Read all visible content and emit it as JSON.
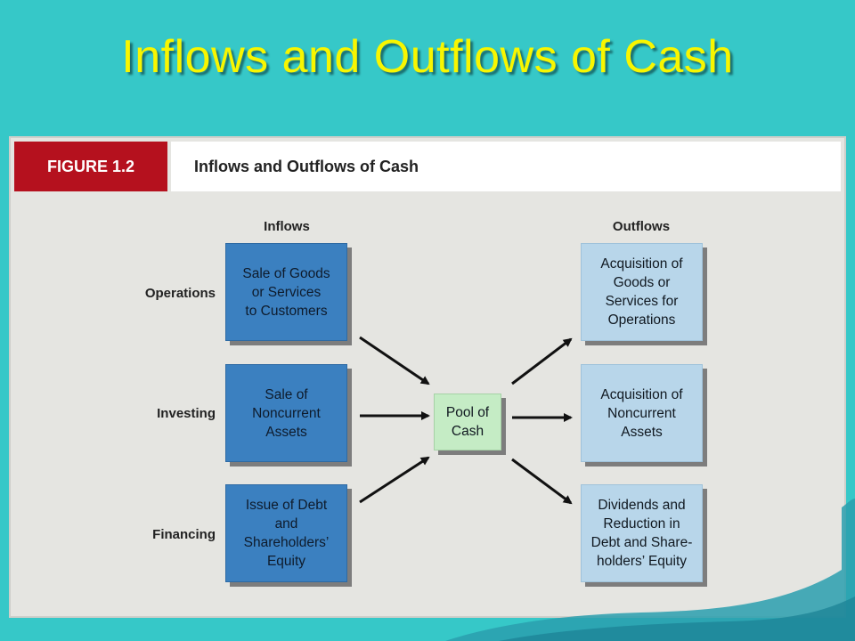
{
  "slide": {
    "title": "Inflows and Outflows of Cash"
  },
  "figure": {
    "number": "FIGURE 1.2",
    "title": "Inflows and Outflows of Cash",
    "inflows_heading": "Inflows",
    "outflows_heading": "Outflows",
    "rows": [
      "Operations",
      "Investing",
      "Financing"
    ],
    "inflows": [
      "Sale of Goods\nor Services\nto Customers",
      "Sale of\nNoncurrent\nAssets",
      "Issue of Debt\nand\nShareholders’\nEquity"
    ],
    "pool": "Pool of\nCash",
    "outflows": [
      "Acquisition of\nGoods or\nServices for\nOperations",
      "Acquisition of\nNoncurrent\nAssets",
      "Dividends and\nReduction in\nDebt and Share-\nholders’ Equity"
    ]
  },
  "colors": {
    "background": "#36C8C8",
    "title": "#F8F600",
    "figure_label": "#B5111E",
    "inflow_box": "#3B80C0",
    "outflow_box": "#B8D6EA",
    "pool_box": "#C5ECC5"
  }
}
